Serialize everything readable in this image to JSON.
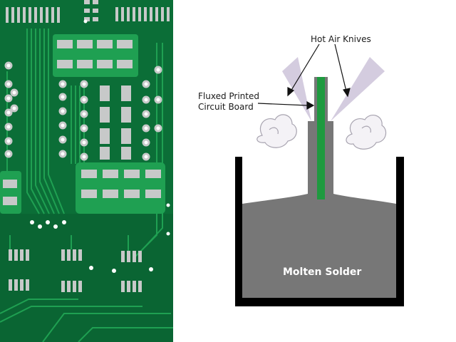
{
  "labels": {
    "air_knives": "Hot Air Knives",
    "board_line1": "Fluxed Printed",
    "board_line2": "Circuit Board",
    "solder": "Molten Solder"
  },
  "icons": {
    "pcb_photo": "pcb-board-photo-icon",
    "steam_left": "steam-cloud-icon",
    "steam_right": "steam-cloud-icon",
    "knife_left": "air-knife-icon",
    "knife_right": "air-knife-icon"
  },
  "colors": {
    "pcb_green": "#0d7a3e",
    "pcb_dark": "#075a2b",
    "pcb_trace": "#1fa052",
    "pad_silver": "#c7c9c9",
    "solder_gray": "#777777",
    "tank_black": "#000000",
    "knife_lavender": "#cfc7dc",
    "board_green": "#1e9a3f"
  }
}
